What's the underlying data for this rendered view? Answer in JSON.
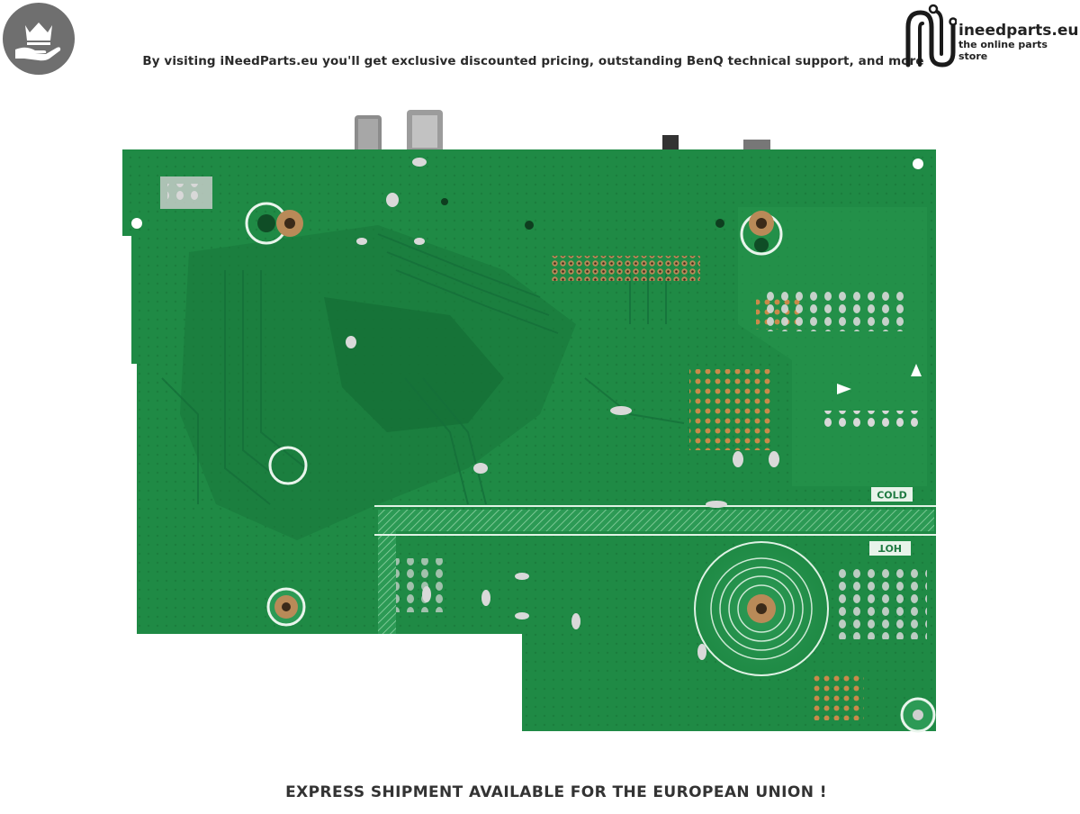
{
  "header": {
    "badge_icon": "crown-hand-icon",
    "banner_text": "By visiting iNeedParts.eu you'll get exclusive discounted pricing, outstanding BenQ technical support, and more",
    "brand": {
      "name": "ineedparts.eu",
      "tagline": "the online parts store",
      "icon": "ineedparts-logo-icon"
    }
  },
  "product_image": {
    "subject": "circuit-board",
    "board_color": "#1f8a45",
    "silkscreen_labels": {
      "cold": "COLD",
      "hot": "HOT"
    }
  },
  "footer": {
    "shipping_text": "EXPRESS SHIPMENT AVAILABLE FOR THE EUROPEAN UNION !"
  },
  "colors": {
    "badge_bg": "#6f6f6f",
    "text_dark": "#2a2a2a",
    "board_green": "#1f8a45",
    "board_dark": "#18763a"
  }
}
